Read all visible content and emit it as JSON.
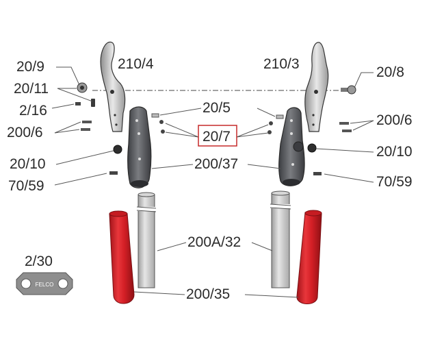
{
  "labels": {
    "blade_left": "210/4",
    "blade_right": "210/3",
    "nut": "20/9",
    "bolt": "20/8",
    "spring_holder": "20/11",
    "screw_216": "2/16",
    "spring": "20/5",
    "screws_left": "200/6",
    "screws_right": "200/6",
    "stud": "20/7",
    "knob_left": "20/10",
    "knob_right": "20/10",
    "head": "200/37",
    "screw_left": "70/59",
    "screw_right": "70/59",
    "tube": "200A/32",
    "sleeve": "200/35",
    "wrench": "2/30"
  },
  "wrench_text": "FELCO",
  "colors": {
    "handle_red": "#d41f26",
    "tube_gray": "#c8c8c8",
    "head_dark": "#505256",
    "highlight_box": "#c62828"
  }
}
